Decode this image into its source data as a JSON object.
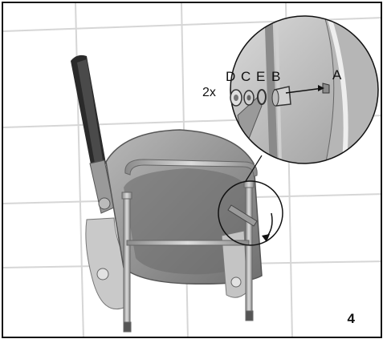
{
  "step_number": "4",
  "callout": {
    "quantity": "2x",
    "part_labels": [
      "D",
      "C",
      "E",
      "B",
      "A"
    ]
  },
  "colors": {
    "frame": "#111111",
    "tile_grid": "#cfcfcf",
    "metal": "#a9a9a9",
    "metal_dark": "#6e6e6e",
    "seat": "#8c8c8c",
    "grip": "#2a2a2a"
  },
  "icons": [
    "wrench-icon",
    "rotation-arrow-icon",
    "screw-icon",
    "washer-icon",
    "nut-icon"
  ]
}
